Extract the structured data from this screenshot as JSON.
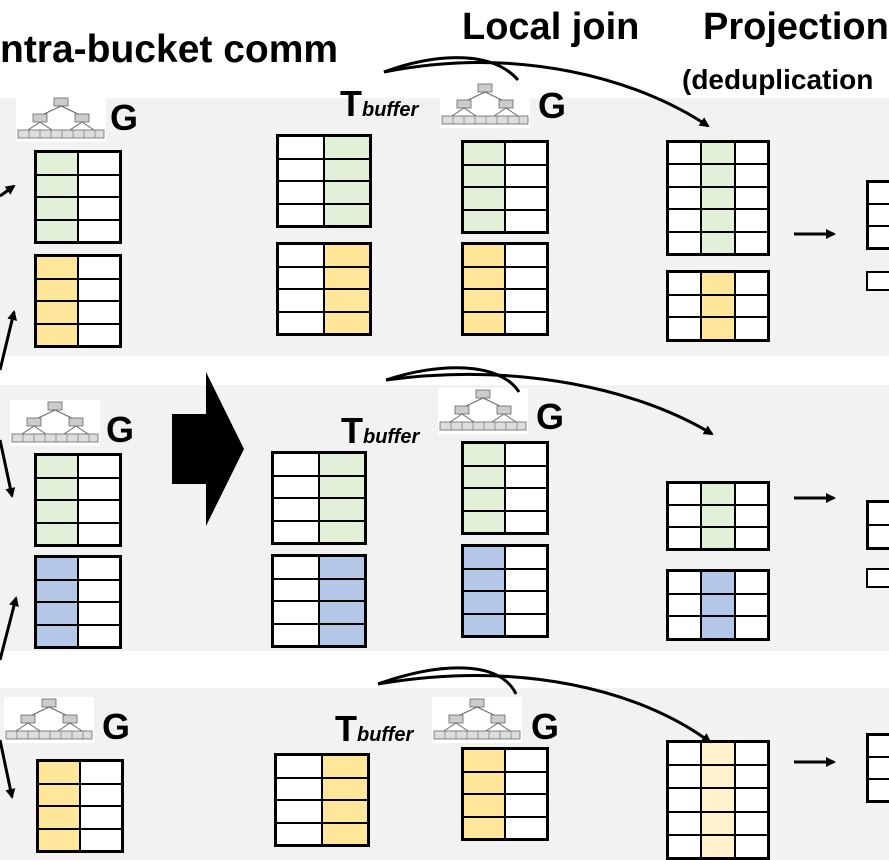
{
  "headers": {
    "intra_bucket": "ntra-bucket comm",
    "local_join": "Local join",
    "projection": "Projection",
    "dedup": "(deduplication"
  },
  "labels": {
    "g": "G",
    "t": "T",
    "t_sub": "buffer"
  },
  "colors": {
    "background": "#ffffff",
    "band": "#f2f2f2",
    "green": "#e2efd9",
    "yellow": "#ffe699",
    "blue": "#b4c7e7",
    "light_yellow": "#fff2cc",
    "line": "#000000"
  },
  "icons": [
    "b-tree-index-icon",
    "arrow-right-icon",
    "big-arrow-icon"
  ]
}
